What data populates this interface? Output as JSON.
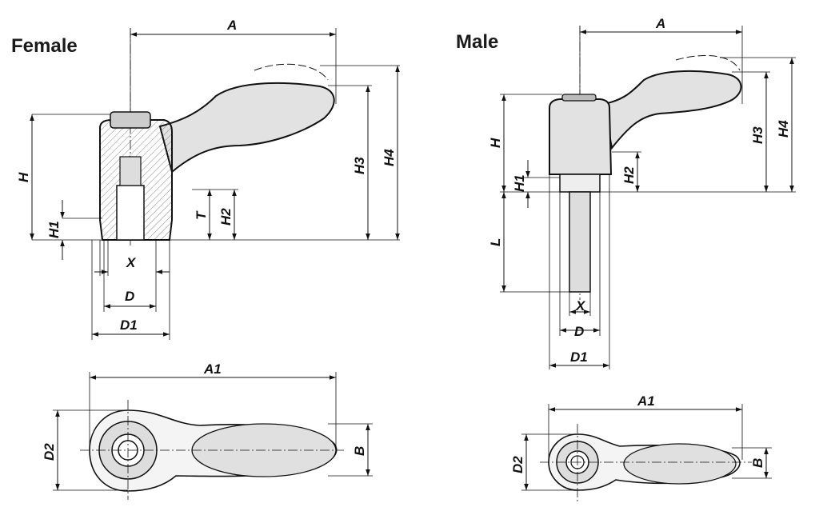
{
  "views": {
    "female": {
      "title": "Female",
      "labels": {
        "A": "A",
        "H": "H",
        "H1": "H1",
        "H2": "H2",
        "H3": "H3",
        "H4": "H4",
        "T": "T",
        "X": "X",
        "D": "D",
        "D1": "D1",
        "A1": "A1",
        "D2": "D2",
        "B": "B"
      }
    },
    "male": {
      "title": "Male",
      "labels": {
        "A": "A",
        "H": "H",
        "H1": "H1",
        "H2": "H2",
        "H3": "H3",
        "H4": "H4",
        "L": "L",
        "X": "X",
        "D": "D",
        "D1": "D1",
        "A1": "A1",
        "D2": "D2",
        "B": "B"
      }
    }
  }
}
